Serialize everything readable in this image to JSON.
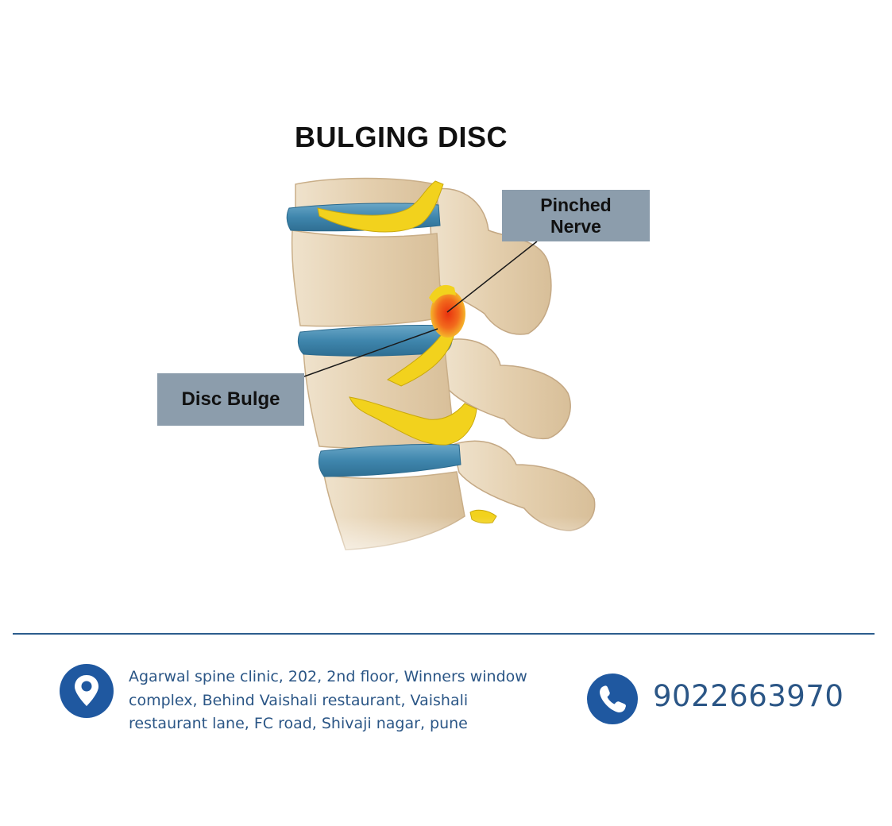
{
  "figure": {
    "title": "BULGING DISC",
    "labels": {
      "pinched_nerve": [
        "Pinched",
        "Nerve"
      ],
      "disc_bulge": "Disc Bulge"
    }
  },
  "footer": {
    "address_lines": [
      "Agarwal spine clinic, 202, 2nd floor, Winners window",
      "complex, Behind Vaishali restaurant, Vaishali",
      "restaurant lane, FC road, Shivaji nagar, pune"
    ],
    "phone": "9022663970",
    "icons": {
      "address": "location-pin-icon",
      "phone": "phone-icon"
    }
  },
  "colors": {
    "accent": "#1f58a0",
    "text": "#2b5686",
    "label_box": "#8c9dac",
    "bone": "#e6d2b5",
    "disc": "#4a8fb5",
    "nerve": "#f2d21d",
    "inflamed": "#f05a1e"
  }
}
